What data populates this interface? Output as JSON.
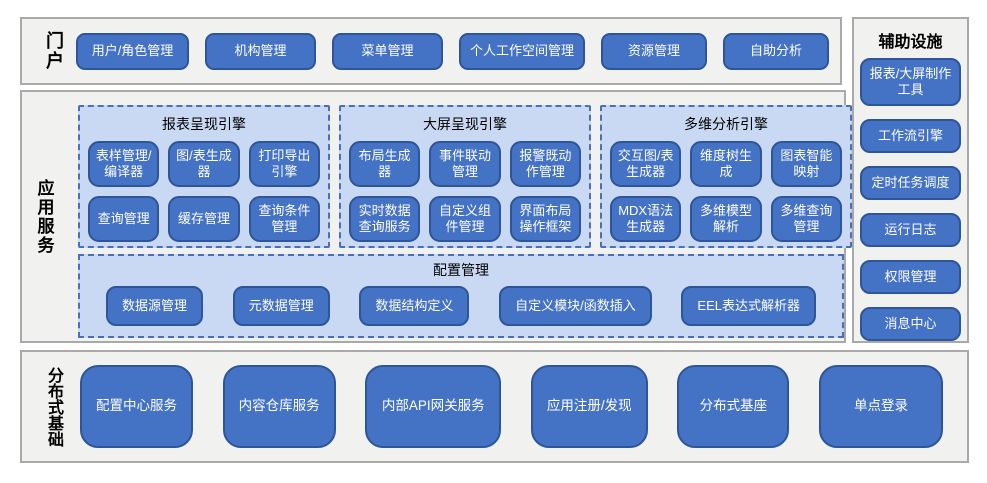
{
  "colors": {
    "node_fill": "#4472c4",
    "node_border": "#2e5597",
    "group_fill": "#c9d9f3",
    "group_border": "#4a6fb5",
    "panel_fill": "#f1f1f0",
    "panel_border": "#a9a9a9"
  },
  "portal": {
    "label": "门户",
    "items": [
      "用户/角色管理",
      "机构管理",
      "菜单管理",
      "个人工作空间管理",
      "资源管理",
      "自助分析"
    ]
  },
  "app_services": {
    "label": "应用服务",
    "engines": [
      {
        "title": "报表呈现引擎",
        "rows": [
          [
            "表样管理/编译器",
            "图/表生成器",
            "打印导出引擎"
          ],
          [
            "查询管理",
            "缓存管理",
            "查询条件管理"
          ]
        ]
      },
      {
        "title": "大屏呈现引擎",
        "rows": [
          [
            "布局生成器",
            "事件联动管理",
            "报警既动作管理"
          ],
          [
            "实时数据查询服务",
            "自定义组件管理",
            "界面布局操作框架"
          ]
        ]
      },
      {
        "title": "多维分析引擎",
        "rows": [
          [
            "交互图/表生成器",
            "维度树生成",
            "图表智能映射"
          ],
          [
            "MDX语法生成器",
            "多维模型解析",
            "多维查询管理"
          ]
        ]
      }
    ],
    "config": {
      "title": "配置管理",
      "items": [
        "数据源管理",
        "元数据管理",
        "数据结构定义",
        "自定义模块/函数插入",
        "EEL表达式解析器"
      ]
    }
  },
  "aux": {
    "label": "辅助设施",
    "items": [
      "报表/大屏制作工具",
      "工作流引擎",
      "定时任务调度",
      "运行日志",
      "权限管理",
      "消息中心"
    ]
  },
  "foundation": {
    "label": "分布式基础",
    "items": [
      "配置中心服务",
      "内容仓库服务",
      "内部API网关服务",
      "应用注册/发现",
      "分布式基座",
      "单点登录"
    ]
  }
}
